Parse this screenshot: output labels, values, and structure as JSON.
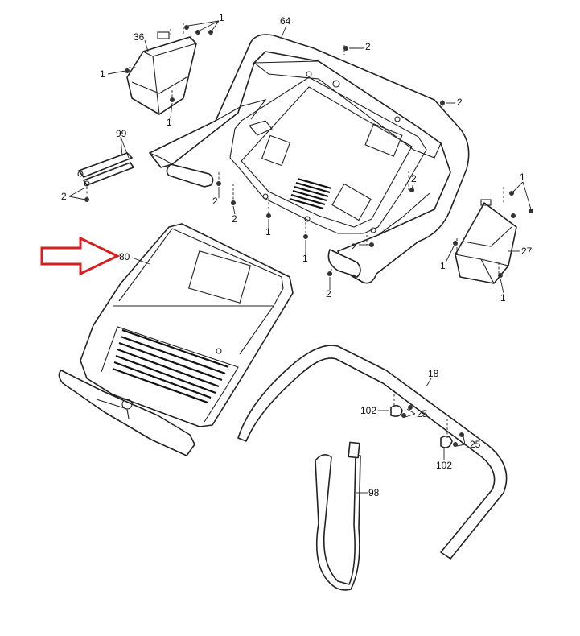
{
  "callouts": {
    "c64": "64",
    "c36": "36",
    "c1": "1",
    "c2": "2",
    "c99": "99",
    "c80": "80",
    "c27": "27",
    "c18": "18",
    "c102": "102",
    "c25": "25",
    "c98": "98"
  },
  "colors": {
    "line": "#222222",
    "arrow": "#d61f1f",
    "background": "#ffffff"
  },
  "highlight": {
    "arrow_points_to": "80"
  }
}
